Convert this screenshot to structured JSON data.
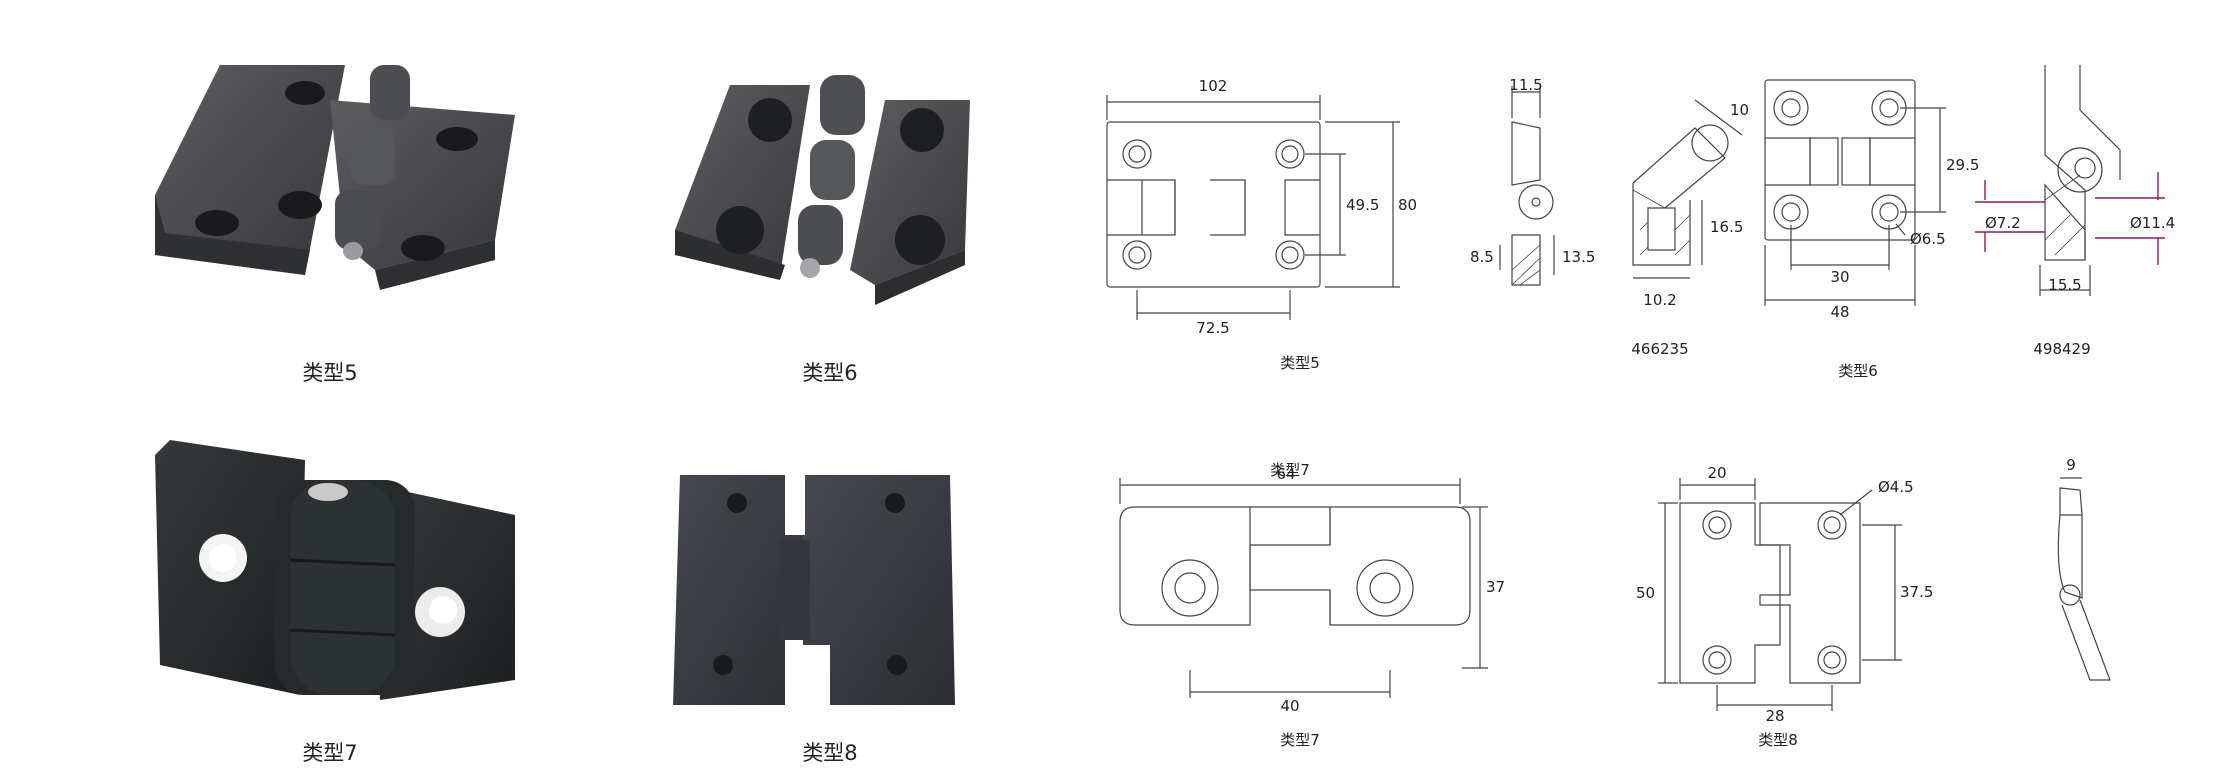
{
  "photos": {
    "t5": {
      "caption": "类型5"
    },
    "t6": {
      "caption": "类型6"
    },
    "t7": {
      "caption": "类型7"
    },
    "t8": {
      "caption": "类型8"
    }
  },
  "drawings": {
    "type5": {
      "caption": "类型5",
      "dims": {
        "width": "102",
        "height": "80",
        "hole_spacing_v": "49.5",
        "hole_spacing_h": "72.5"
      },
      "side": {
        "thickness": "11.5",
        "d1": "8.5",
        "d2": "13.5"
      }
    },
    "p466235": {
      "caption": "466235",
      "dims": {
        "top": "10",
        "height": "16.5",
        "bottom": "10.2"
      }
    },
    "type6": {
      "caption": "类型6",
      "dims": {
        "hole_spacing_v": "29.5",
        "hole_dia": "Ø6.5",
        "hole_spacing_h": "30",
        "width": "48"
      }
    },
    "p498429": {
      "caption": "498429",
      "dims": {
        "d_small": "Ø7.2",
        "d_large": "Ø11.4",
        "width": "15.5"
      }
    },
    "type7": {
      "title": "类型7",
      "caption": "类型7",
      "dims": {
        "width": "64",
        "height": "37",
        "bottom": "40"
      }
    },
    "type8": {
      "caption": "类型8",
      "dims": {
        "top": "20",
        "hole_dia": "Ø4.5",
        "height": "50",
        "hole_spacing_v": "37.5",
        "bottom": "28"
      },
      "side": {
        "thickness": "9"
      }
    }
  }
}
